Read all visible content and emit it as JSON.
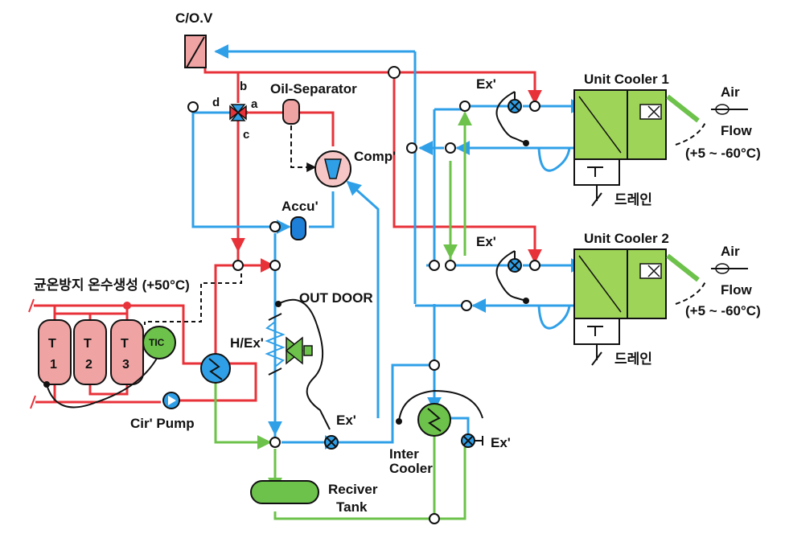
{
  "labels": {
    "changeover_valve": "C/O.V",
    "oil_separator": "Oil-Separator",
    "compressor": "Comp'",
    "accumulator": "Accu'",
    "port_a": "a",
    "port_b": "b",
    "port_c": "c",
    "port_d": "d",
    "hot_water_title": "균온방지 온수생성 (+50°C)",
    "tank_1": "1",
    "tank_2": "2",
    "tank_3": "3",
    "tank_letter": "T",
    "tic": "TIC",
    "heat_exchanger": "H/Ex'",
    "circulation_pump": "Cir' Pump",
    "out_door": "OUT DOOR",
    "expansion_valve": "Ex'",
    "inter_cooler_line1": "Inter",
    "inter_cooler_line2": "Cooler",
    "receiver_tank_line1": "Reciver",
    "receiver_tank_line2": "Tank",
    "unit_cooler_1": "Unit Cooler 1",
    "unit_cooler_2": "Unit Cooler 2",
    "air": "Air",
    "flow": "Flow",
    "temp_range": "(+5 ~ -60°C)",
    "drain": "드레인"
  },
  "colors": {
    "hot_gas_line": "#e8323a",
    "suction_line": "#2fa0e8",
    "liquid_line": "#6cc24a",
    "unit_cooler": "#9ed457",
    "tank_fill": "#f0a3a3",
    "receiver": "#6cc24a",
    "accumulator": "#1e7fd8"
  }
}
